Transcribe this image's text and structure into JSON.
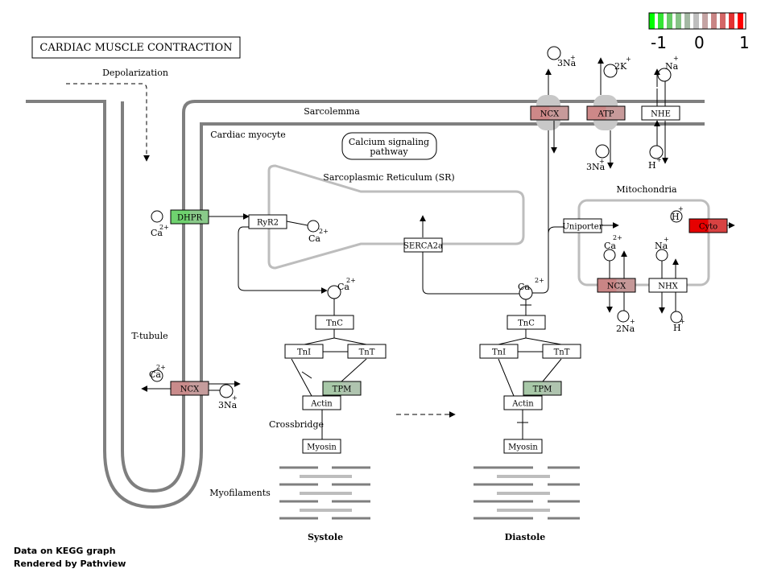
{
  "title": "CARDIAC MUSCLE CONTRACTION",
  "scale": {
    "min": "-1",
    "mid": "0",
    "max": "1",
    "colors": [
      "#00ff00",
      "#33e533",
      "#66cc66",
      "#85c285",
      "#a3b8a3",
      "#bebebe",
      "#c4a3a3",
      "#c98585",
      "#d46666",
      "#e33333",
      "#ff0000"
    ]
  },
  "labels": {
    "depolarization": "Depolarization",
    "sarcolemma": "Sarcolemma",
    "cardiac_myocyte": "Cardiac myocyte",
    "calcium_pathway_1": "Calcium signaling",
    "calcium_pathway_2": "pathway",
    "sr": "Sarcoplasmic Reticulum (SR)",
    "mitochondria": "Mitochondria",
    "t_tubule": "T-tubule",
    "crossbridge": "Crossbridge",
    "myofilaments": "Myofilaments",
    "systole": "Systole",
    "diastole": "Diastole"
  },
  "ions": {
    "ca": "Ca",
    "ca_charge": "2+",
    "na3": "3Na",
    "na2": "2Na",
    "na": "Na",
    "plus": "+",
    "k2": "2K",
    "h": "H"
  },
  "genes": {
    "dhpr": {
      "label": "DHPR",
      "color": "#6fd26f"
    },
    "ryr2": {
      "label": "RyR2",
      "color": "#ffffff"
    },
    "serca": {
      "label": "SERCA2a",
      "color": "#ffffff"
    },
    "ncx_tt": {
      "label": "NCX",
      "color": "#c98b8b"
    },
    "ncx_top": {
      "label": "NCX",
      "color": "#cd8888"
    },
    "atp": {
      "label": "ATP",
      "color": "#cd8888"
    },
    "nhe": {
      "label": "NHE",
      "color": "#ffffff"
    },
    "uniporter": {
      "label": "Uniporter",
      "color": "#ffffff"
    },
    "cyto": {
      "label": "Cyto",
      "color": "#e60000"
    },
    "ncx_mito": {
      "label": "NCX",
      "color": "#c98585"
    },
    "nhx": {
      "label": "NHX",
      "color": "#ffffff"
    },
    "tnc_s": {
      "label": "TnC",
      "color": "#ffffff"
    },
    "tni_s": {
      "label": "TnI",
      "color": "#ffffff"
    },
    "tnt_s": {
      "label": "TnT",
      "color": "#ffffff"
    },
    "tpm_s": {
      "label": "TPM",
      "color": "#a8c8a8"
    },
    "actin_s": {
      "label": "Actin",
      "color": "#ffffff"
    },
    "myosin_s": {
      "label": "Myosin",
      "color": "#ffffff"
    },
    "tnc_d": {
      "label": "TnC",
      "color": "#ffffff"
    },
    "tni_d": {
      "label": "TnI",
      "color": "#ffffff"
    },
    "tnt_d": {
      "label": "TnT",
      "color": "#ffffff"
    },
    "tpm_d": {
      "label": "TPM",
      "color": "#a8c8a8"
    },
    "actin_d": {
      "label": "Actin",
      "color": "#ffffff"
    },
    "myosin_d": {
      "label": "Myosin",
      "color": "#ffffff"
    }
  },
  "footer": {
    "line1": "Data on KEGG graph",
    "line2": "Rendered by Pathview"
  }
}
